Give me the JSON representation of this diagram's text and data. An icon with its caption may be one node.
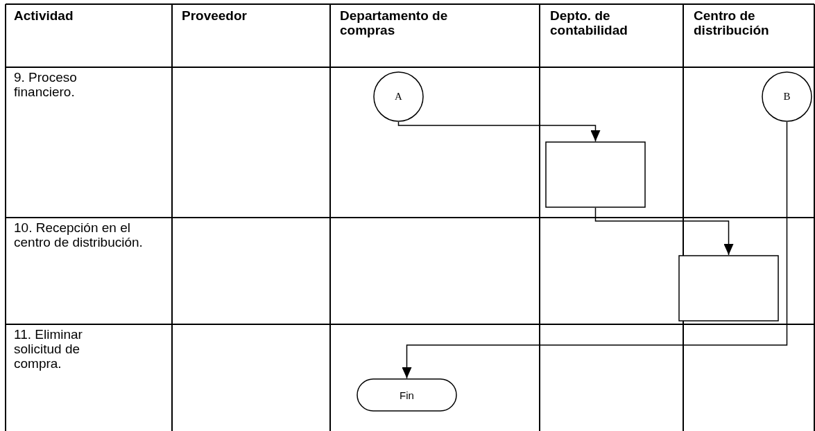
{
  "diagram": {
    "nodes": [
      {
        "text": [
          "A"
        ]
      },
      {
        "text": [
          "B"
        ]
      },
      {
        "text": [],
        "shape": "box"
      },
      {
        "text": [],
        "shape": "box"
      },
      {
        "text": [
          "Fin"
        ]
      }
    ],
    "edges": [
      {
        "from": 0,
        "to": 2,
        "arrow": "to"
      },
      {
        "from": 2,
        "to": 3,
        "arrow": "to"
      },
      {
        "from": 1,
        "to": 4,
        "arrow": "to"
      }
    ],
    "labels": [
      "Actividad",
      "Proveedor",
      "Departamento de compras",
      "Depto. de contabilidad",
      "Centro de distribución",
      "9. Proceso financiero.",
      "10. Recepción en el centro de distribución.",
      "11. Eliminar solicitud de compra."
    ]
  }
}
